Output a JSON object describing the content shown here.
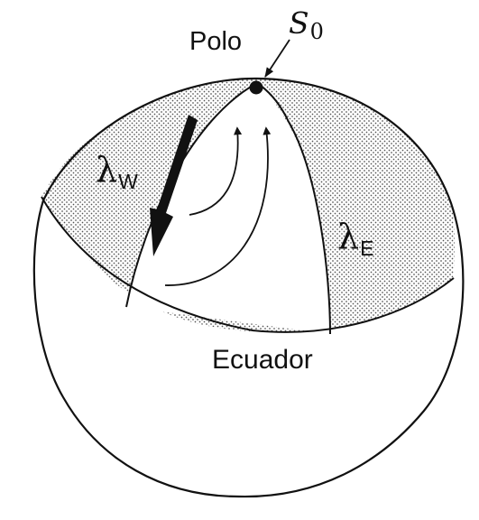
{
  "labels": {
    "pole": "Polo",
    "equator": "Ecuador",
    "source": {
      "symbol": "S",
      "subscript": "0"
    },
    "west": {
      "symbol": "λ",
      "subscript": "W"
    },
    "east": {
      "symbol": "λ",
      "subscript": "E"
    }
  },
  "colors": {
    "ink": "#111111",
    "background": "#ffffff",
    "stipple": "#555555"
  },
  "icons": {
    "source_point": "filled-dot",
    "leader": "arrow-pointer",
    "flow": "arrowhead"
  }
}
